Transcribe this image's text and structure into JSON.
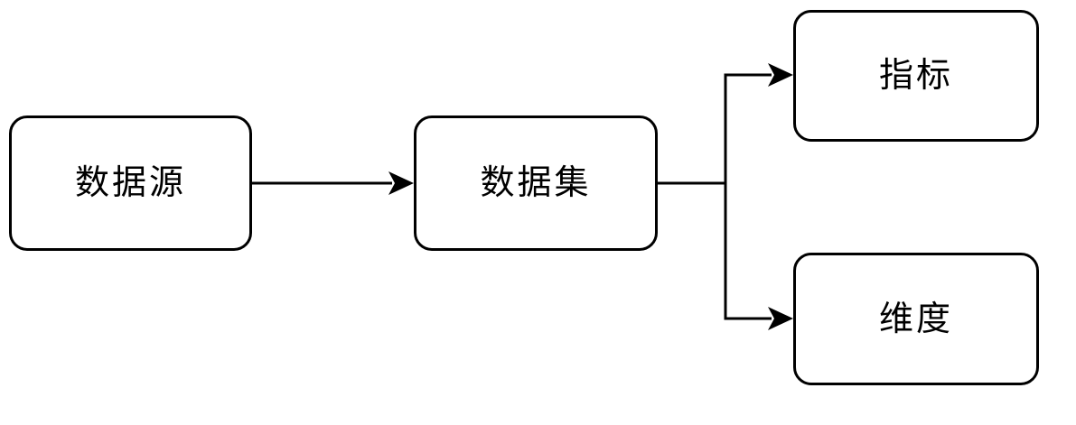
{
  "diagram": {
    "background_color": "#ffffff",
    "stroke_color": "#000000",
    "nodes": [
      {
        "id": "datasource",
        "label": "数据源"
      },
      {
        "id": "dataset",
        "label": "数据集"
      },
      {
        "id": "metric",
        "label": "指标"
      },
      {
        "id": "dimension",
        "label": "维度"
      }
    ],
    "edges": [
      {
        "from": "数据源",
        "to": "数据集"
      },
      {
        "from": "数据集",
        "to": "指标"
      },
      {
        "from": "数据集",
        "to": "维度"
      }
    ]
  }
}
